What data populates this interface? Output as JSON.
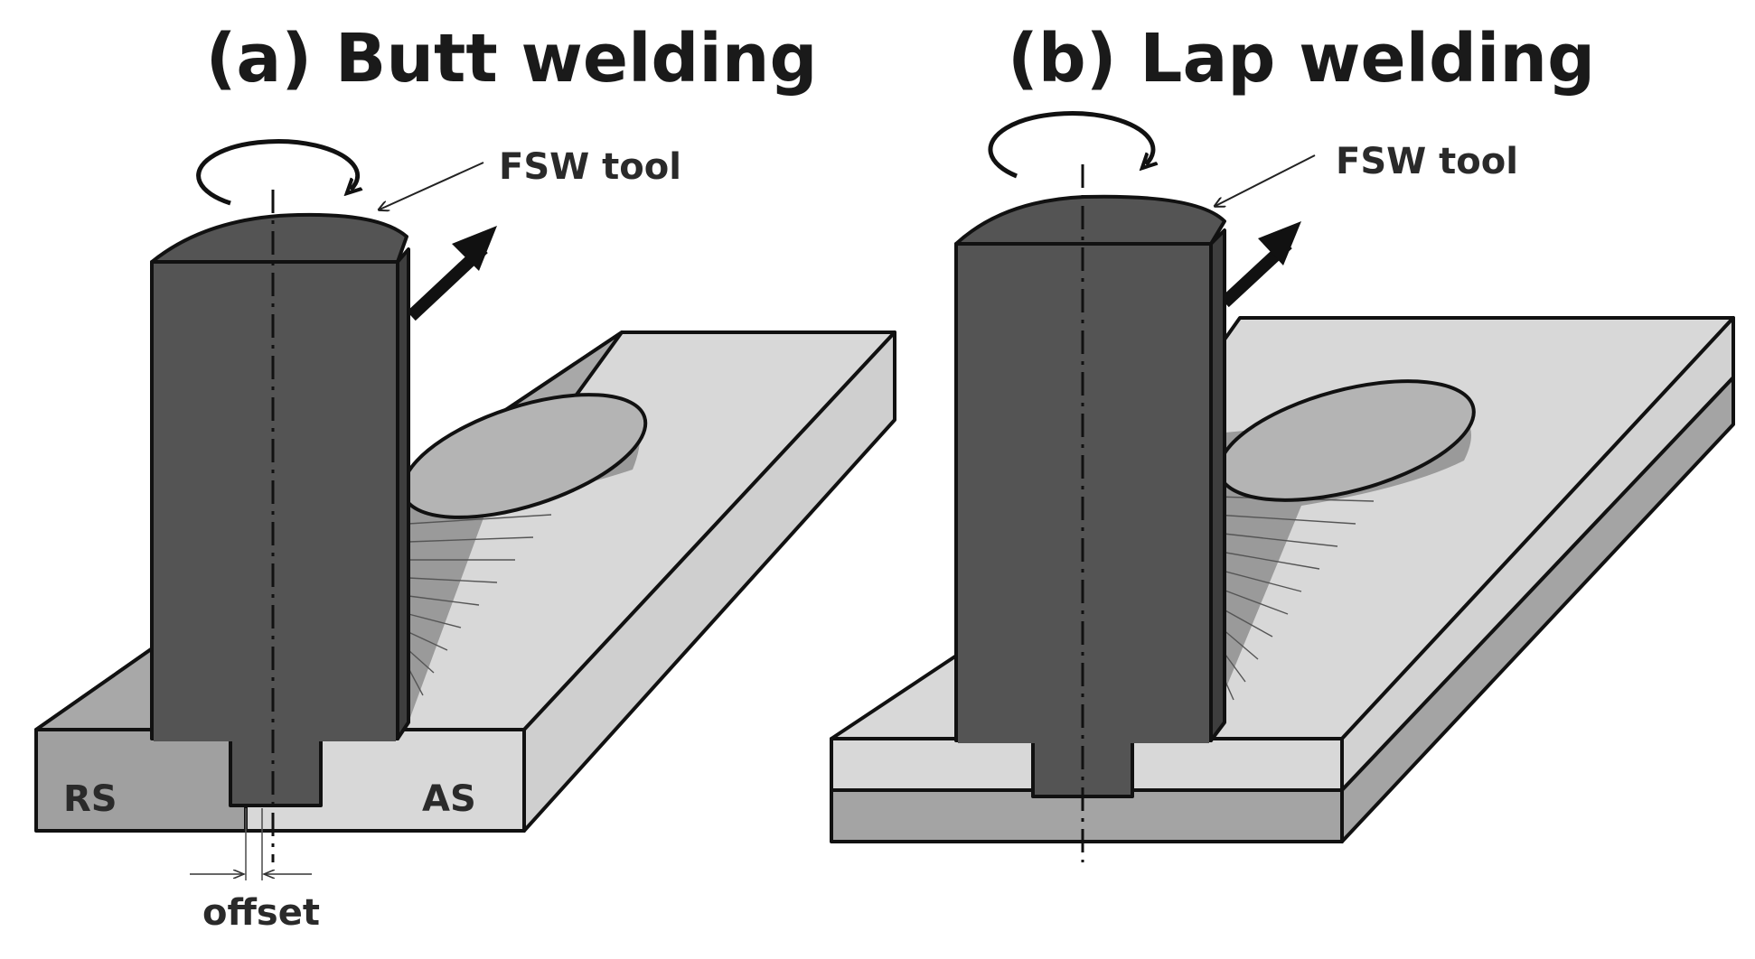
{
  "panels": {
    "butt": {
      "title": "(a) Butt welding",
      "tool_label": "FSW tool",
      "rs_label": "RS",
      "as_label": "AS",
      "offset_label": "offset"
    },
    "lap": {
      "title": "(b) Lap welding",
      "tool_label": "FSW tool"
    }
  },
  "colors": {
    "tool": "#545454",
    "plate_light": "#d8d8d8",
    "plate_mid": "#a8a8a8",
    "plate_dark": "#8e8e8e",
    "outline": "#111111"
  },
  "icons": [
    "rotation-arrow-icon",
    "travel-direction-arrow-icon",
    "leader-arrow-icon"
  ]
}
